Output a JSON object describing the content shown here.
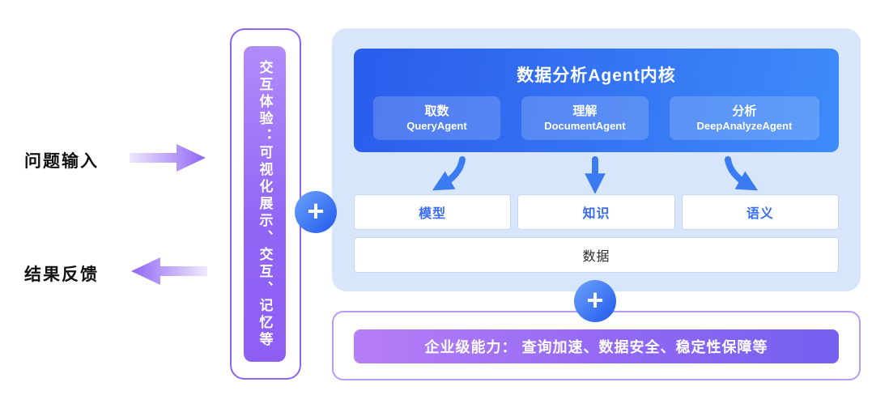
{
  "left_flow": {
    "input_label": "问题输入",
    "feedback_label": "结果反馈"
  },
  "interaction_bar": {
    "label": "交互体验：可视化展示、交互、记忆等"
  },
  "core_panel": {
    "title": "数据分析Agent内核",
    "agents": [
      {
        "role": "取数",
        "name": "QueryAgent"
      },
      {
        "role": "理解",
        "name": "DocumentAgent"
      },
      {
        "role": "分析",
        "name": "DeepAnalyzeAgent"
      }
    ],
    "capability_boxes": [
      "模型",
      "知识",
      "语义"
    ],
    "data_box": "数据"
  },
  "connectors": {
    "plus": "+"
  },
  "enterprise_bar": {
    "label": "企业级能力： 查询加速、数据安全、稳定性保障等"
  },
  "colors": {
    "panel_bg": "#d8e6fb",
    "core_blue_start": "#2a5cec",
    "core_blue_end": "#3e8bf9",
    "purple_start": "#b184f8",
    "purple_end": "#7a55f1",
    "accent_blue_text": "#3a6cf3",
    "plus_blue": "#3b74f4",
    "arrow_blue": "#3b7bf2"
  }
}
